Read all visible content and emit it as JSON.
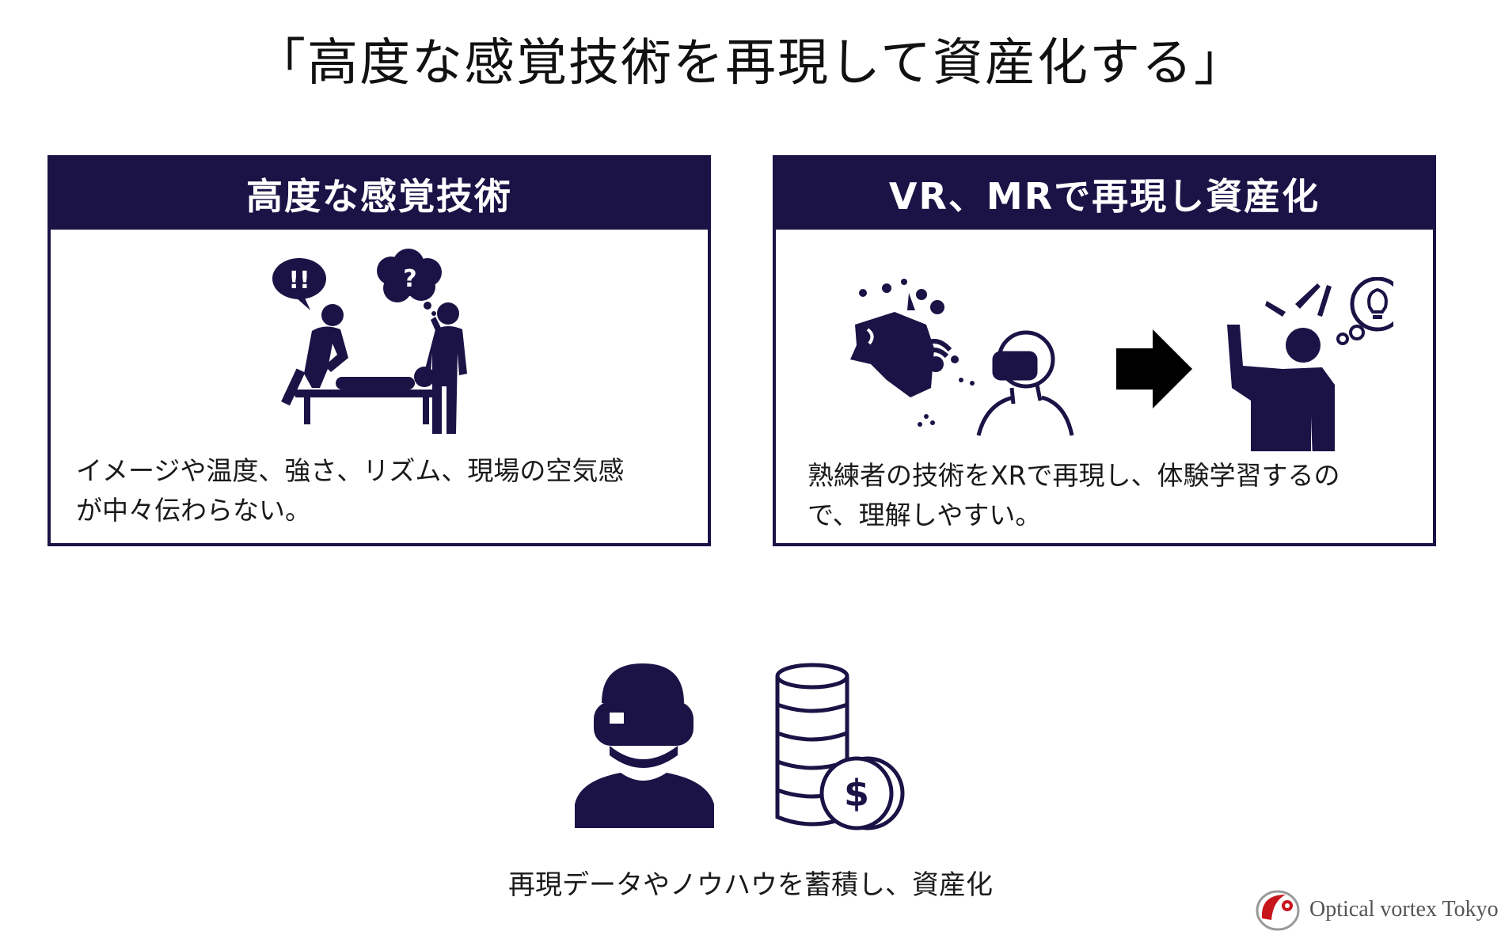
{
  "title": "「高度な感覚技術を再現して資産化する」",
  "left_panel": {
    "header": "高度な感覚技術",
    "speech_bubble": "!!",
    "thought_bubble": "?",
    "small_marks": "??",
    "text_line1": "イメージや温度、強さ、リズム、現場の空気感",
    "text_line2": "が中々伝わらない。"
  },
  "right_panel": {
    "header": "VR、MRで再現し資産化",
    "text_line1": "熟練者の技術をXRで再現し、体験学習するの",
    "text_line2": "で、理解しやすい。"
  },
  "bottom": {
    "coin_symbol": "$",
    "caption": "再現データやノウハウを蓄積し、資産化"
  },
  "brand": {
    "name": "Optical vortex Tokyo"
  },
  "colors": {
    "navy": "#1b1346",
    "brand_red": "#c8161d",
    "text": "#1a1a1a"
  }
}
